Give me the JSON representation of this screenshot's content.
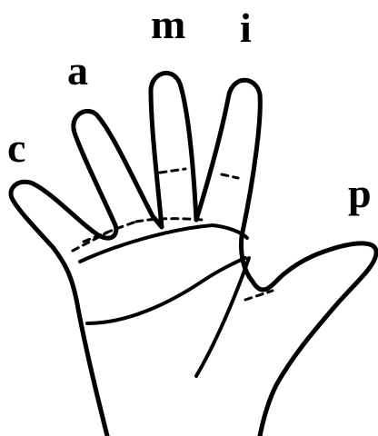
{
  "labels": {
    "c": "c",
    "a": "a",
    "m": "m",
    "i": "i",
    "p": "p"
  },
  "colors": {
    "ink": "#000000",
    "background": "#ffffff"
  }
}
